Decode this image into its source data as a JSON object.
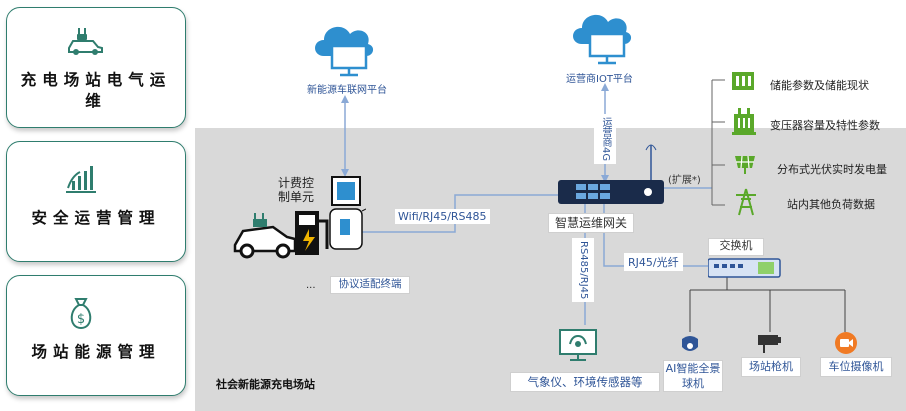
{
  "cards": [
    {
      "title": "充电场站电气运维",
      "icon": "car-charging-icon"
    },
    {
      "title": "安全运营管理",
      "icon": "signal-bars-icon"
    },
    {
      "title": "场站能源管理",
      "icon": "money-bag-icon"
    }
  ],
  "cloud_left": {
    "label": "新能源车联网平台",
    "icon": "cloud-monitor-icon"
  },
  "cloud_center": {
    "label": "运营商IOT平台",
    "icon": "cloud-monitor-icon"
  },
  "link_vertical_4g": "运营商4G",
  "station": {
    "meter_label": "计费控\n制单元",
    "protocol_terminal": "协议适配终端",
    "ellipsis": "...",
    "link_wifi": "Wifi/RJ45/RS485",
    "gateway_label": "智慧运维网关",
    "expand_label": "(扩展*)",
    "link_rs485": "RS485/RJ45",
    "link_rj45_fiber": "RJ45/光纤",
    "switch_label": "交换机",
    "zone_label": "社会新能源充电场站",
    "sensor_label": "气象仪、环境传感器等"
  },
  "right_items": [
    {
      "label": "储能参数及储能现状",
      "icon": "battery-storage-icon"
    },
    {
      "label": "变压器容量及特性参数",
      "icon": "transformer-icon"
    },
    {
      "label": "分布式光伏实时发电量",
      "icon": "solar-panel-icon"
    },
    {
      "label": "站内其他负荷数据",
      "icon": "power-tower-icon"
    }
  ],
  "cameras": [
    {
      "label": "AI智能全景球机",
      "icon": "dome-camera-icon"
    },
    {
      "label": "场站枪机",
      "icon": "bullet-camera-icon"
    },
    {
      "label": "车位摄像机",
      "icon": "camera-icon"
    }
  ],
  "colors": {
    "accent": "#2f7d6e",
    "blue": "#2f5597",
    "cloud": "#2e8fcf",
    "green": "#5aa82a",
    "line": "#8aa9d6"
  }
}
